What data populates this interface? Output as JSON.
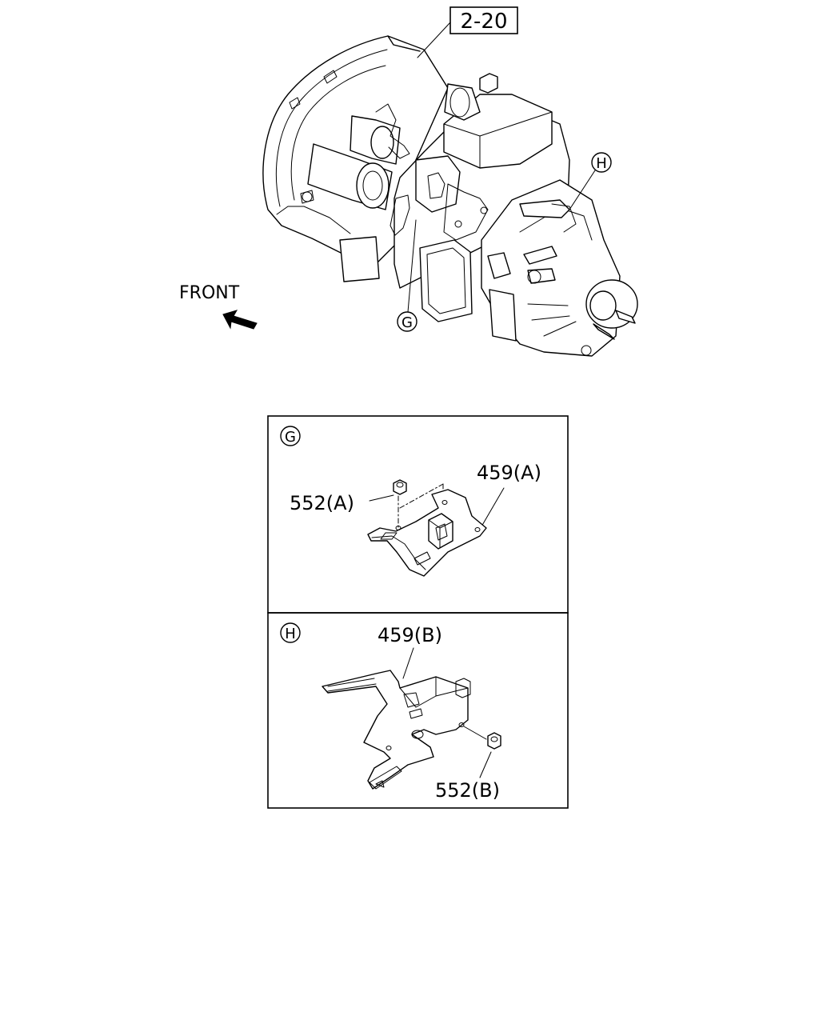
{
  "diagram": {
    "ref_label": "2-20",
    "front_label": "FRONT",
    "callouts": [
      {
        "id": "G",
        "symbol": "G"
      },
      {
        "id": "H",
        "symbol": "H"
      }
    ],
    "panel_g": {
      "symbol": "G",
      "parts": [
        {
          "label": "459(A)"
        },
        {
          "label": "552(A)"
        }
      ]
    },
    "panel_h": {
      "symbol": "H",
      "parts": [
        {
          "label": "459(B)"
        },
        {
          "label": "552(B)"
        }
      ]
    }
  }
}
